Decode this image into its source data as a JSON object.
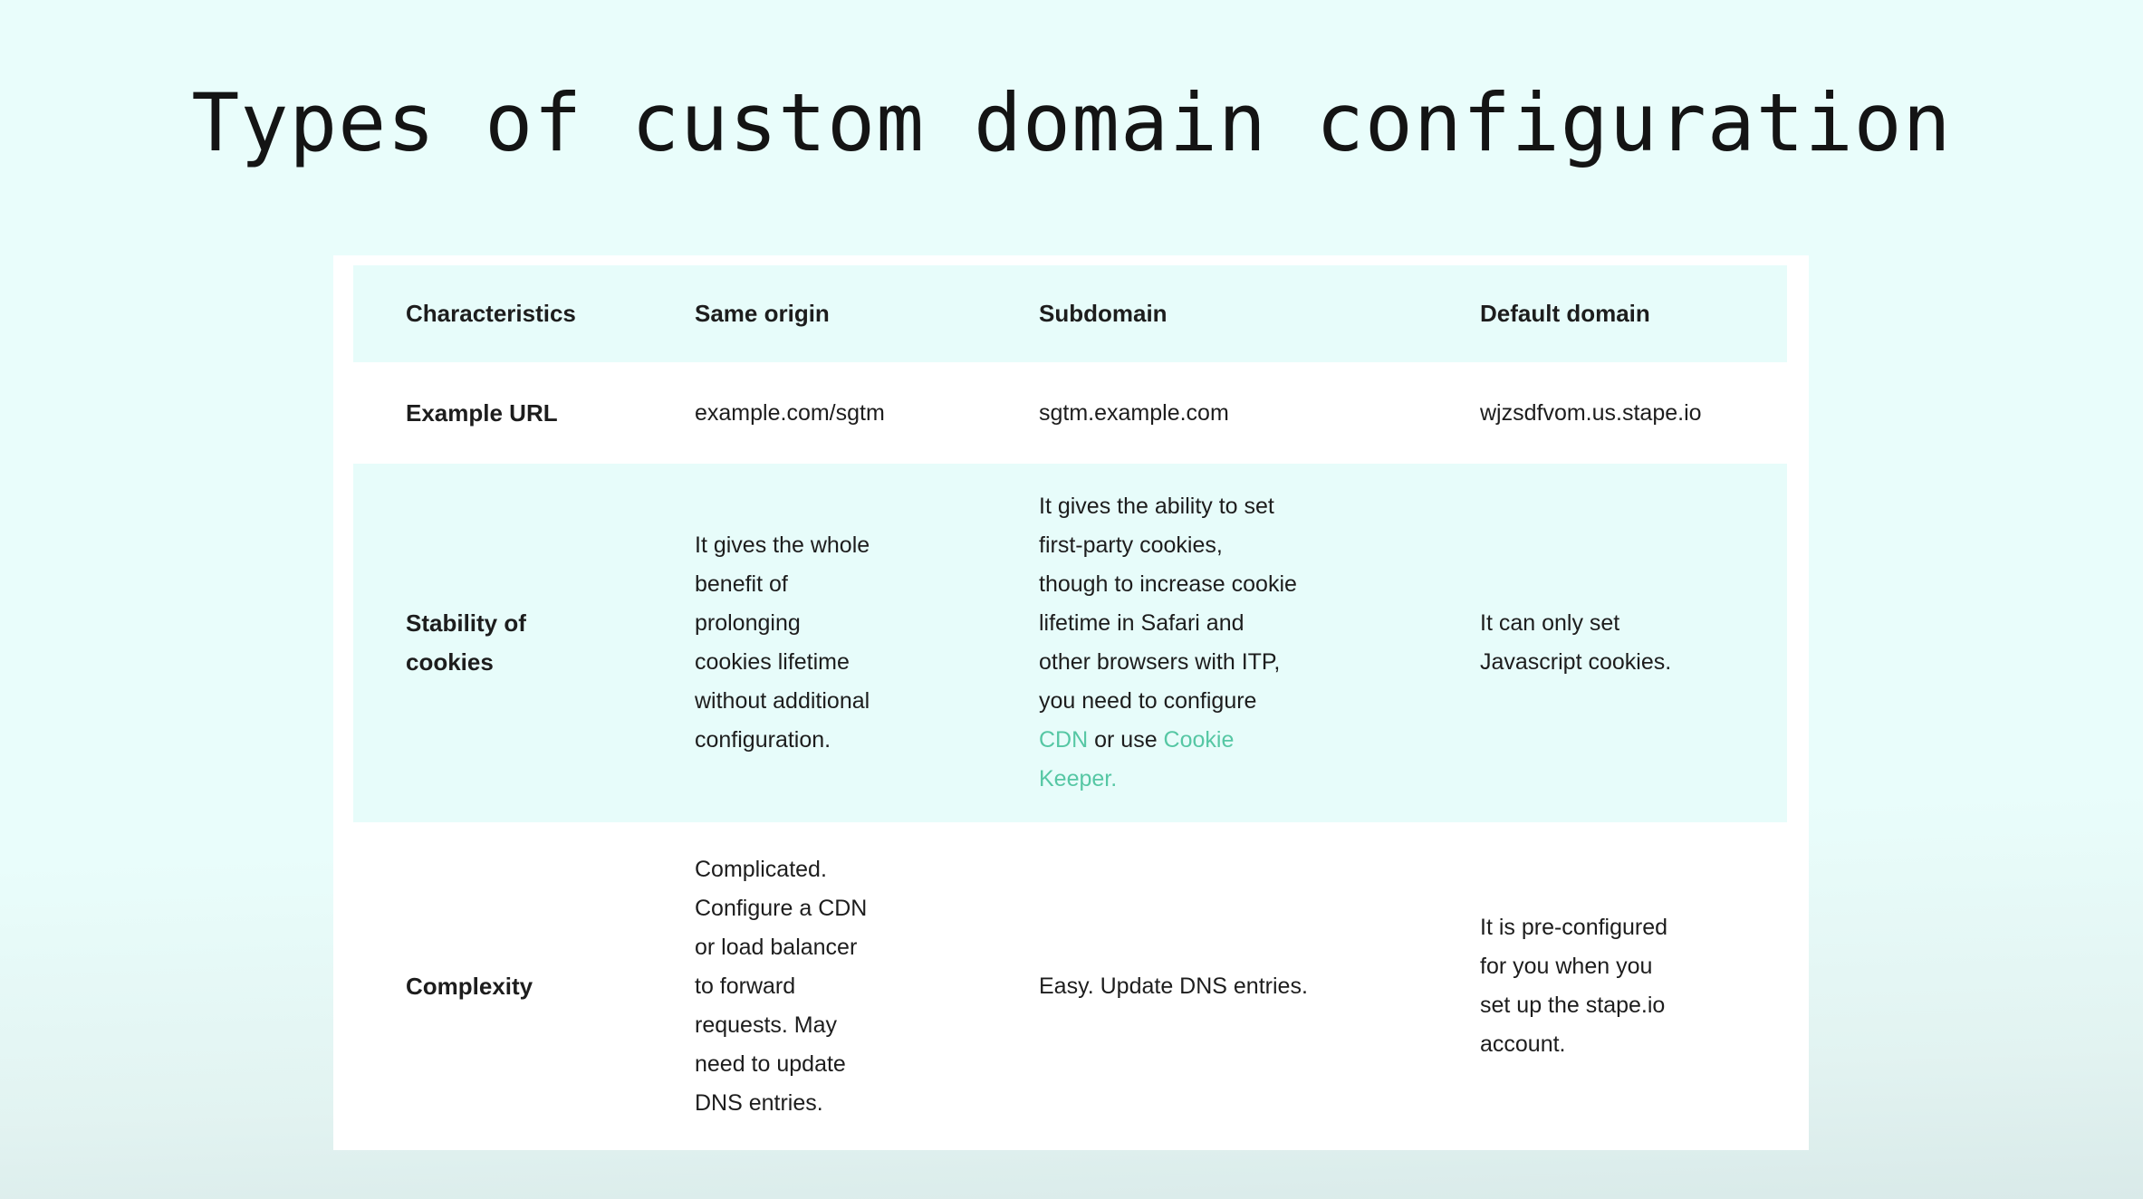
{
  "title": "Types of custom domain configuration",
  "colors": {
    "page_background": "#e9fdfb",
    "page_background_bottom": "#d9eae9",
    "card_background": "#ffffff",
    "stripe_background": "#e7fcfa",
    "text": "#1d1d1d",
    "link": "#56c7a4"
  },
  "table": {
    "headers": [
      "Characteristics",
      "Same origin",
      "Subdomain",
      "Default domain"
    ],
    "rows": {
      "example_url": {
        "label": "Example URL",
        "same_origin": "example.com/sgtm",
        "subdomain": "sgtm.example.com",
        "default_domain": "wjzsdfvom.us.stape.io"
      },
      "stability": {
        "label": "Stability of\ncookies",
        "same_origin": "It gives the whole\nbenefit of\nprolonging\ncookies lifetime\nwithout additional\nconfiguration.",
        "subdomain_before": "It gives the ability to set\nfirst-party cookies,\nthough to increase cookie\nlifetime in Safari and\nother browsers with ITP,\nyou need to configure\n",
        "subdomain_link_cdn": "CDN",
        "subdomain_middle": " or use ",
        "subdomain_link_cookie_keeper": "Cookie\nKeeper.",
        "default_domain": "It can only set\nJavascript cookies."
      },
      "complexity": {
        "label": "Complexity",
        "same_origin": "Complicated.\nConfigure a CDN\nor load balancer\nto forward\nrequests. May\nneed to update\nDNS entries.",
        "subdomain": "Easy. Update DNS entries.",
        "default_domain": "It is pre-configured\nfor you when you\nset up the stape.io\naccount."
      }
    }
  }
}
